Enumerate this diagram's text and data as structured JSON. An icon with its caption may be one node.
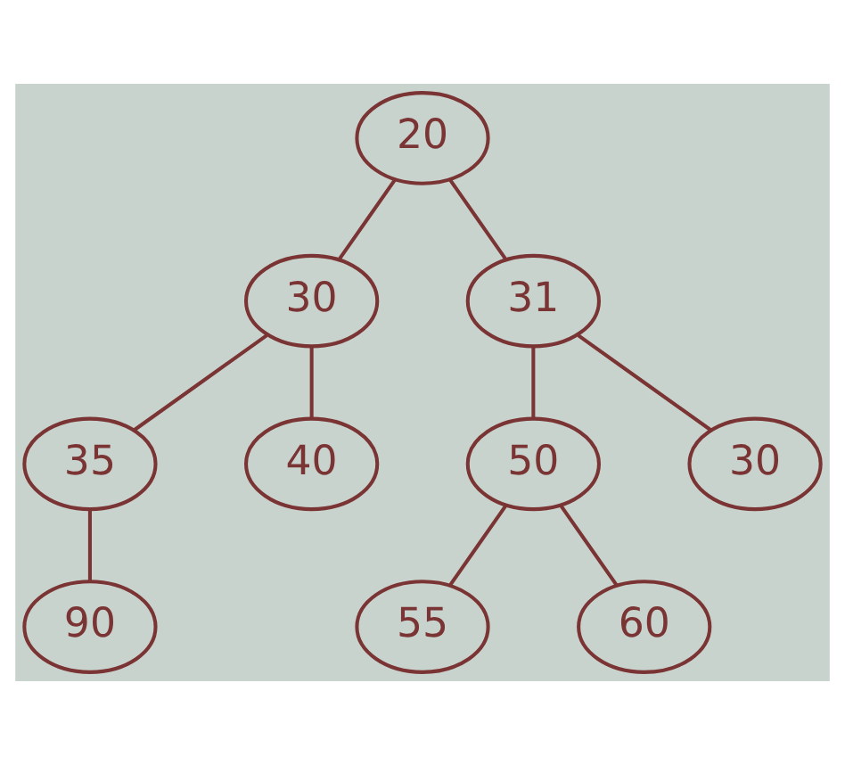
{
  "diagram": {
    "nodes": [
      {
        "text": [
          "20"
        ]
      },
      {
        "text": [
          "30"
        ]
      },
      {
        "text": [
          "31"
        ]
      },
      {
        "text": [
          "35"
        ]
      },
      {
        "text": [
          "40"
        ]
      },
      {
        "text": [
          "50"
        ]
      },
      {
        "text": [
          "30"
        ]
      },
      {
        "text": [
          "90"
        ]
      },
      {
        "text": [
          "55"
        ]
      },
      {
        "text": [
          "60"
        ]
      }
    ],
    "edges": [
      {
        "from": 0,
        "to": 1,
        "arrow": "none"
      },
      {
        "from": 0,
        "to": 2,
        "arrow": "none"
      },
      {
        "from": 1,
        "to": 3,
        "arrow": "none"
      },
      {
        "from": 1,
        "to": 4,
        "arrow": "none"
      },
      {
        "from": 2,
        "to": 5,
        "arrow": "none"
      },
      {
        "from": 2,
        "to": 6,
        "arrow": "none"
      },
      {
        "from": 3,
        "to": 7,
        "arrow": "none"
      },
      {
        "from": 5,
        "to": 8,
        "arrow": "none"
      },
      {
        "from": 5,
        "to": 9,
        "arrow": "none"
      }
    ]
  }
}
